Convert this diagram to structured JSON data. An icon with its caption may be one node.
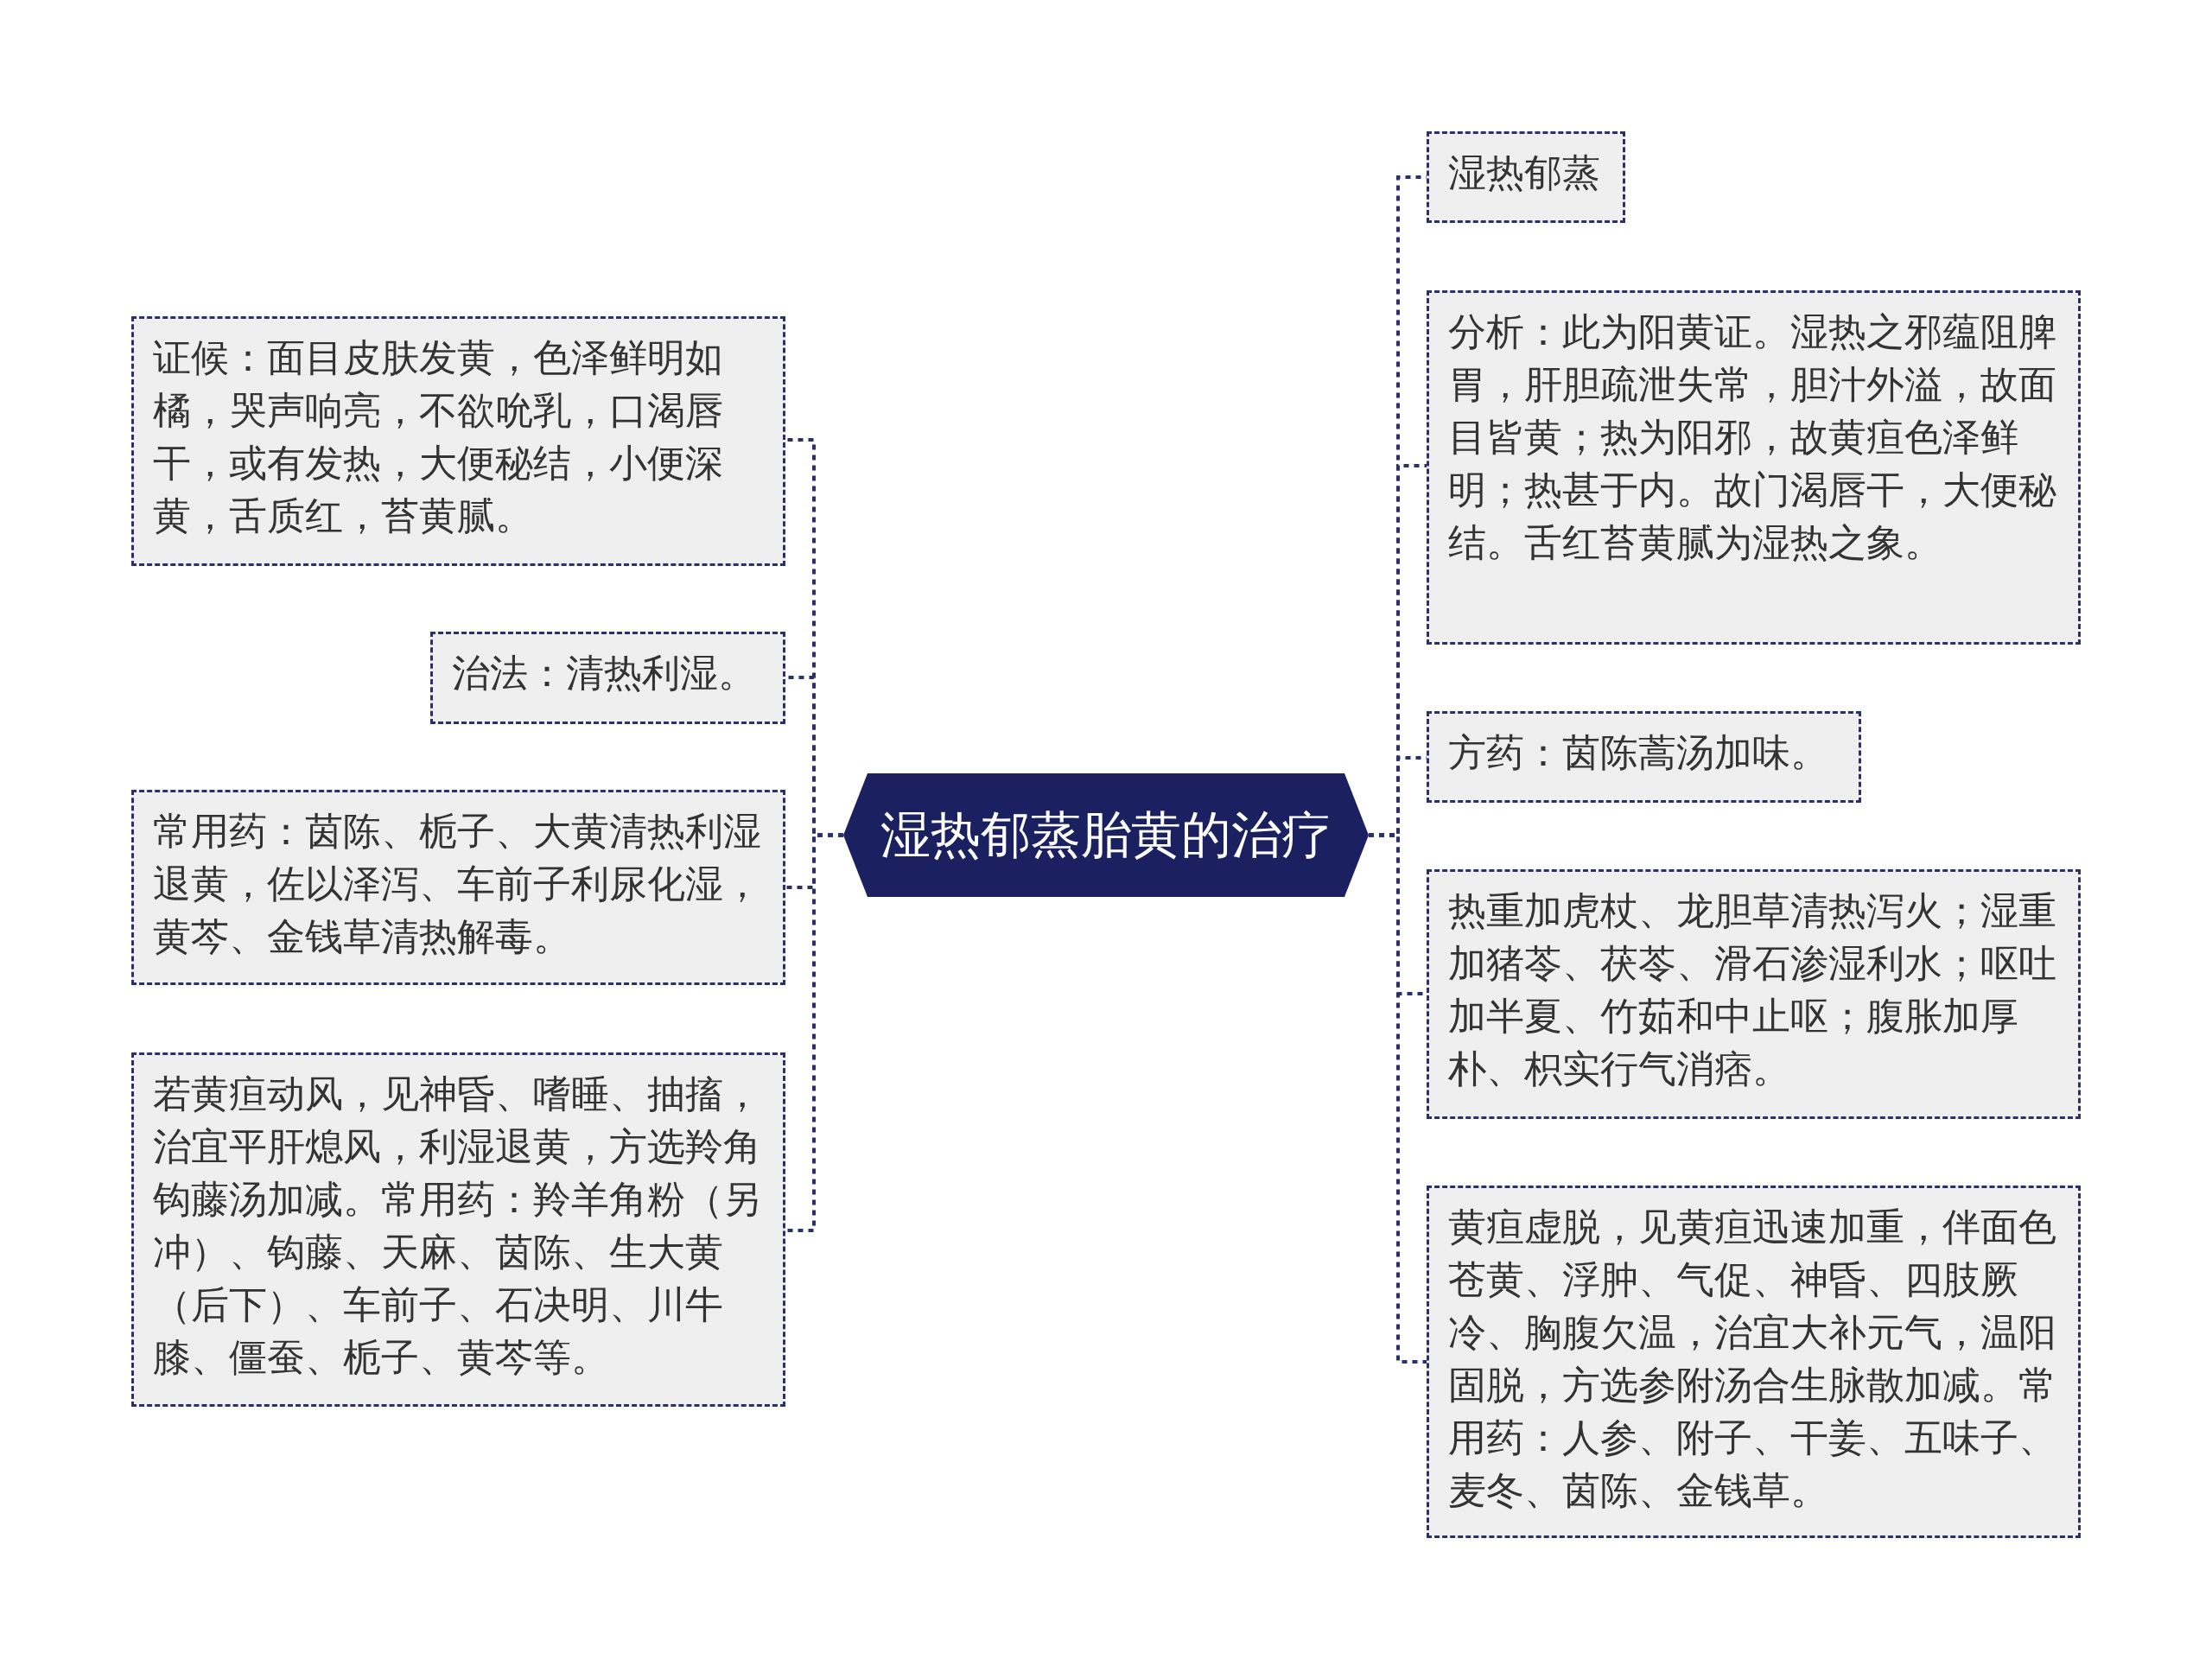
{
  "diagram": {
    "nodes": [
      {
        "text": [
          "湿热郁蒸胎黄的治疗"
        ]
      },
      {
        "text": [
          "证候：面目皮肤发黄，色泽鲜明如橘，哭声响亮，不欲吮乳，口渴唇干，或有发热，大便秘结，小便深黄，舌质红，苔黄腻。"
        ]
      },
      {
        "text": [
          "治法：清热利湿。"
        ]
      },
      {
        "text": [
          "常用药：茵陈、栀子、大黄清热利湿退黄，佐以泽泻、车前子利尿化湿，黄芩、金钱草清热解毒。"
        ]
      },
      {
        "text": [
          "若黄疸动风，见神昏、嗜睡、抽搐，治宜平肝熄风，利湿退黄，方选羚角钩藤汤加减。常用药：羚羊角粉（另冲）、钩藤、天麻、茵陈、生大黄（后下）、车前子、石决明、川牛膝、僵蚕、栀子、黄芩等。"
        ]
      },
      {
        "text": [
          "湿热郁蒸"
        ]
      },
      {
        "text": [
          "分析：此为阳黄证。湿热之邪蕴阻脾胃，肝胆疏泄失常，胆汁外溢，故面目皆黄；热为阳邪，故黄疸色泽鲜明；热甚于内。故门渴唇干，大便秘结。舌红苔黄腻为湿热之象。"
        ]
      },
      {
        "text": [
          "方药：茵陈蒿汤加味。"
        ]
      },
      {
        "text": [
          "热重加虎杖、龙胆草清热泻火；湿重加猪苓、茯苓、滑石渗湿利水；呕吐加半夏、竹茹和中止呕；腹胀加厚朴、枳实行气消痞。"
        ]
      },
      {
        "text": [
          "黄疸虚脱，见黄疸迅速加重，伴面色苍黄、浮肿、气促、神昏、四肢厥冷、胸腹欠温，治宜大补元气，温阳固脱，方选参附汤合生脉散加减。常用药：人参、附子、干姜、五味子、麦冬、茵陈、金钱草。"
        ]
      }
    ],
    "edges": [
      {
        "from": 0,
        "to": 1,
        "arrow": "none"
      },
      {
        "from": 0,
        "to": 2,
        "arrow": "none"
      },
      {
        "from": 0,
        "to": 3,
        "arrow": "none"
      },
      {
        "from": 0,
        "to": 4,
        "arrow": "none"
      },
      {
        "from": 0,
        "to": 5,
        "arrow": "none"
      },
      {
        "from": 0,
        "to": 6,
        "arrow": "none"
      },
      {
        "from": 0,
        "to": 7,
        "arrow": "none"
      },
      {
        "from": 0,
        "to": 8,
        "arrow": "none"
      },
      {
        "from": 0,
        "to": 9,
        "arrow": "none"
      }
    ]
  }
}
